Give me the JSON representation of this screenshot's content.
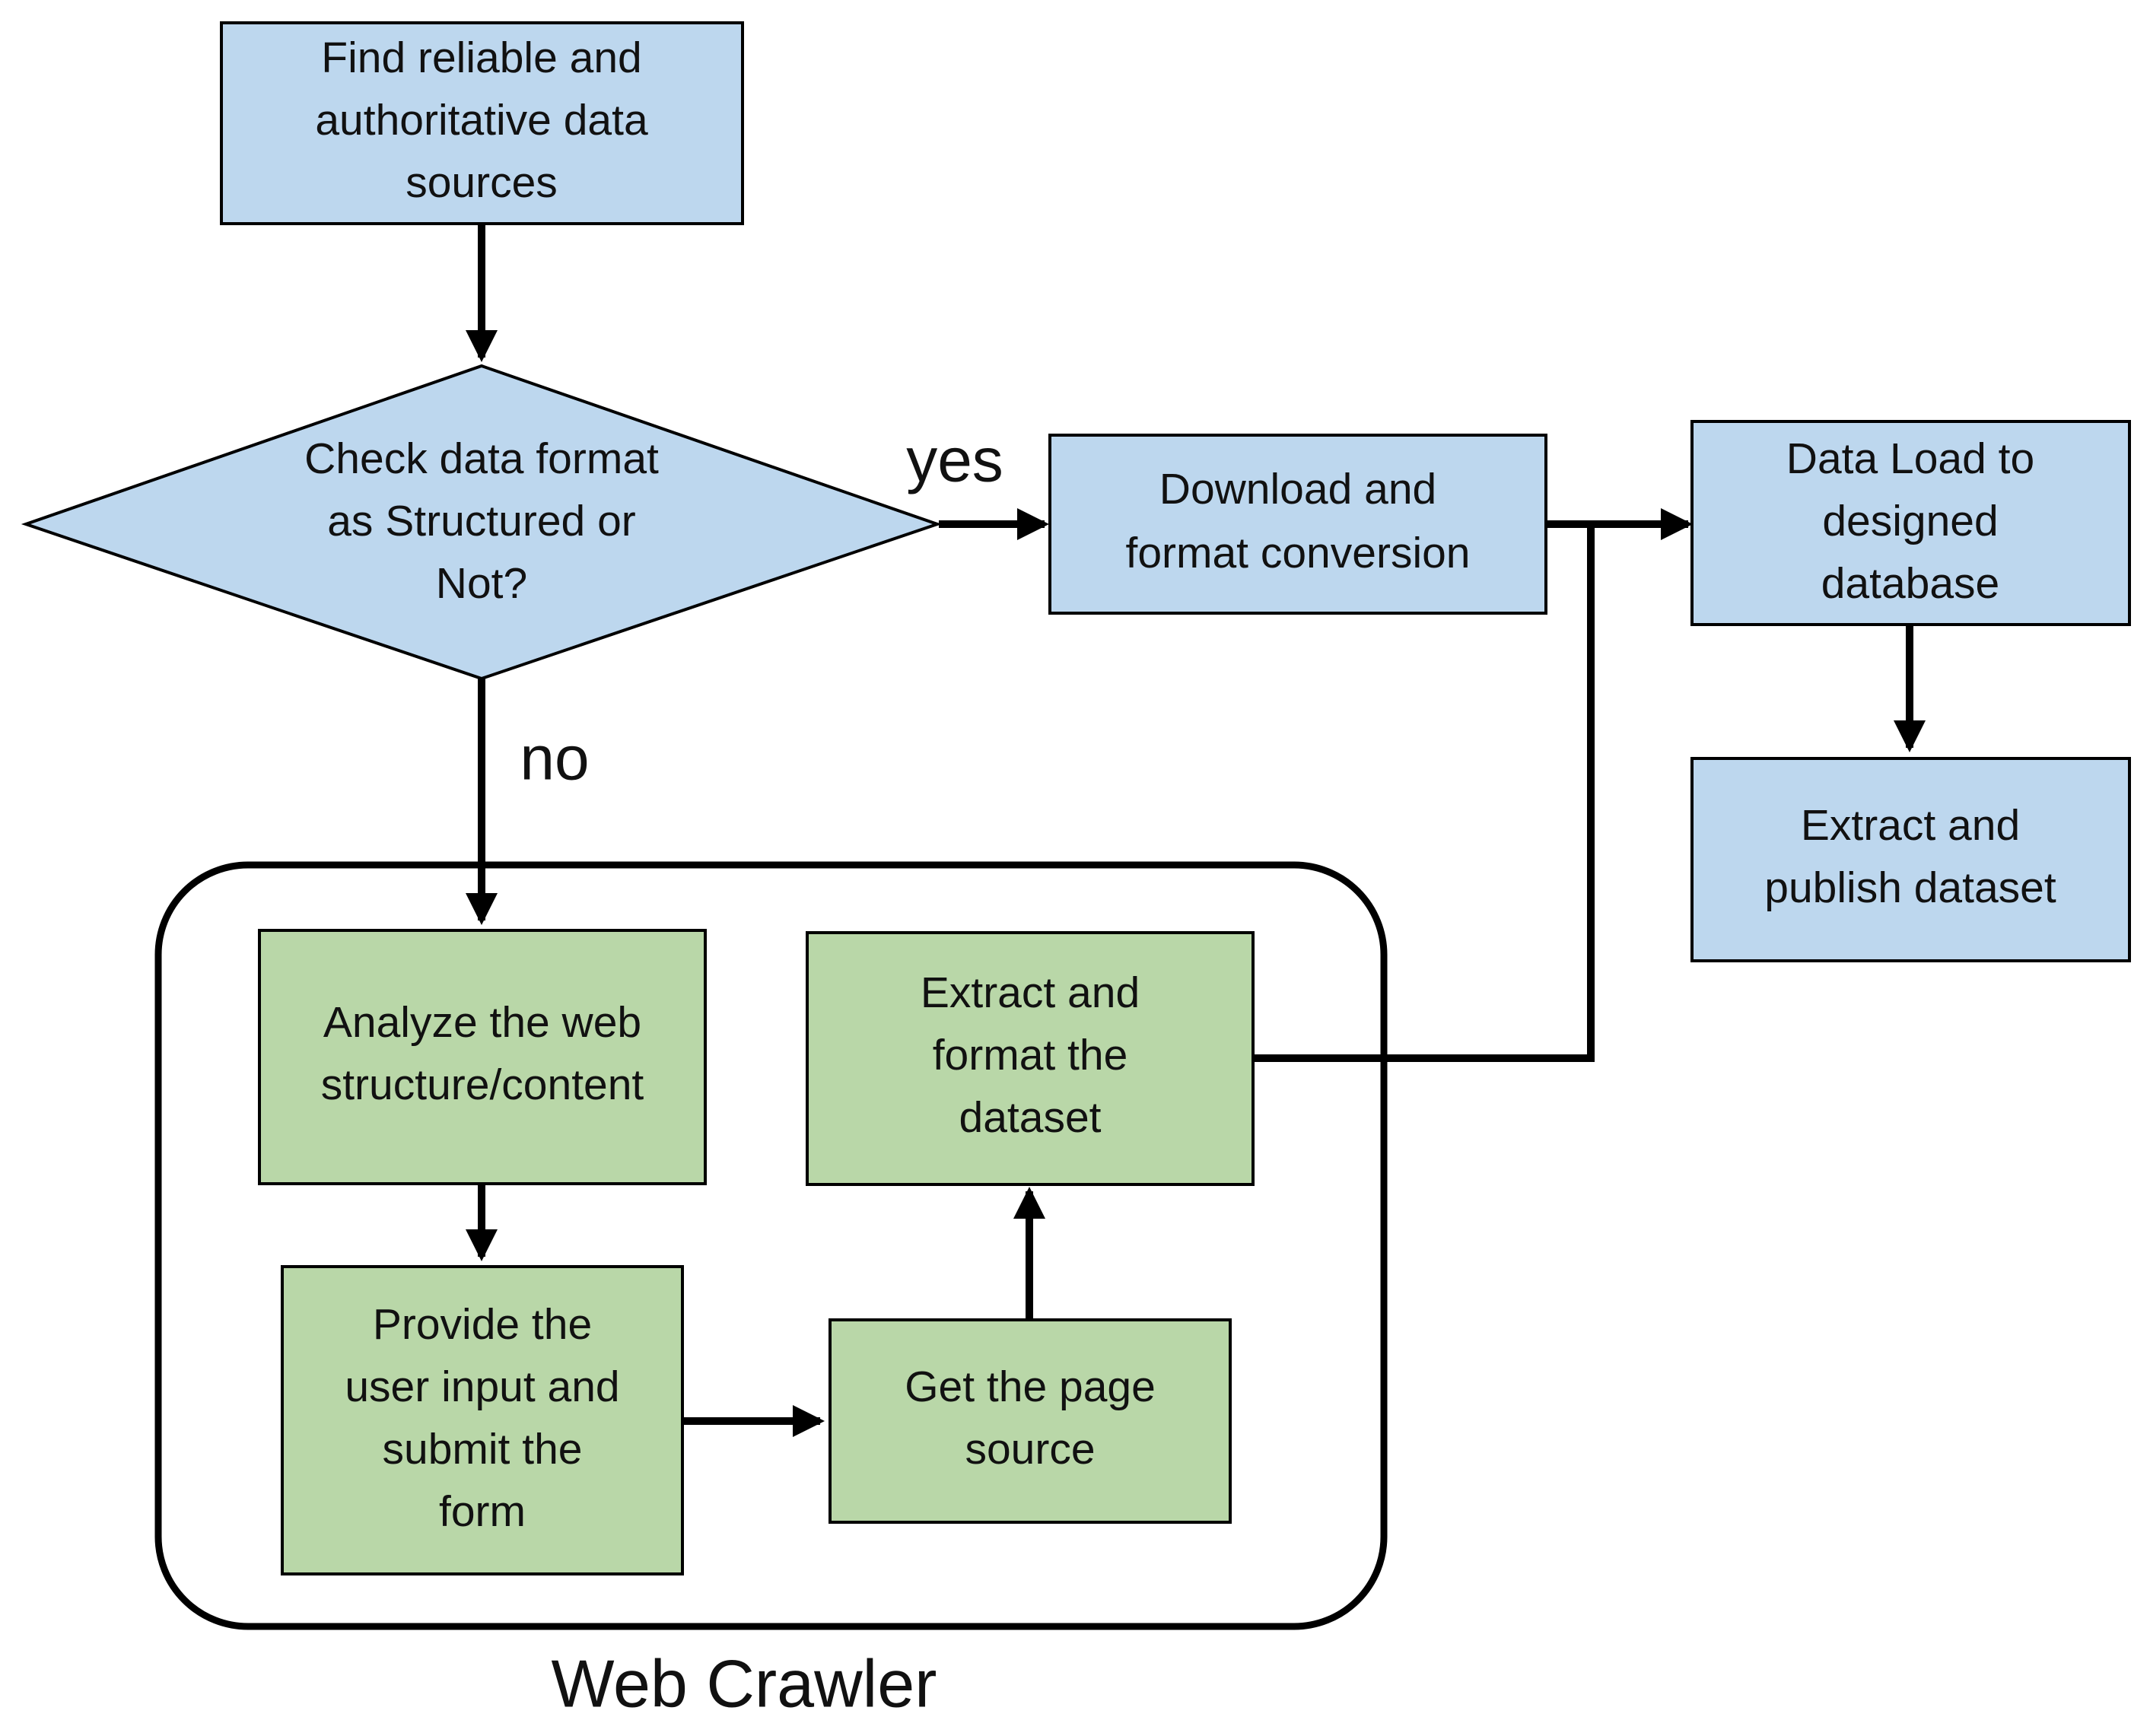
{
  "colors": {
    "blue_fill": "#bdd7ee",
    "green_fill": "#b9d7a8",
    "stroke": "#000000"
  },
  "nodes": {
    "find_sources": {
      "lines": [
        "Find reliable and",
        "authoritative data",
        "sources"
      ]
    },
    "check_format": {
      "lines": [
        "Check data format",
        "as Structured or",
        "Not?"
      ]
    },
    "download_convert": {
      "lines": [
        "Download and",
        "format conversion"
      ]
    },
    "data_load": {
      "lines": [
        "Data Load to",
        "designed",
        "database"
      ]
    },
    "extract_publish": {
      "lines": [
        "Extract and",
        "publish dataset"
      ]
    },
    "analyze_web": {
      "lines": [
        "Analyze the web",
        "structure/content"
      ]
    },
    "provide_input": {
      "lines": [
        "Provide the",
        "user input and",
        "submit the",
        "form"
      ]
    },
    "get_source": {
      "lines": [
        "Get the page",
        "source"
      ]
    },
    "extract_format": {
      "lines": [
        "Extract and",
        "format the",
        "dataset"
      ]
    }
  },
  "edges": {
    "yes_label": "yes",
    "no_label": "no"
  },
  "group": {
    "label": "Web Crawler"
  }
}
